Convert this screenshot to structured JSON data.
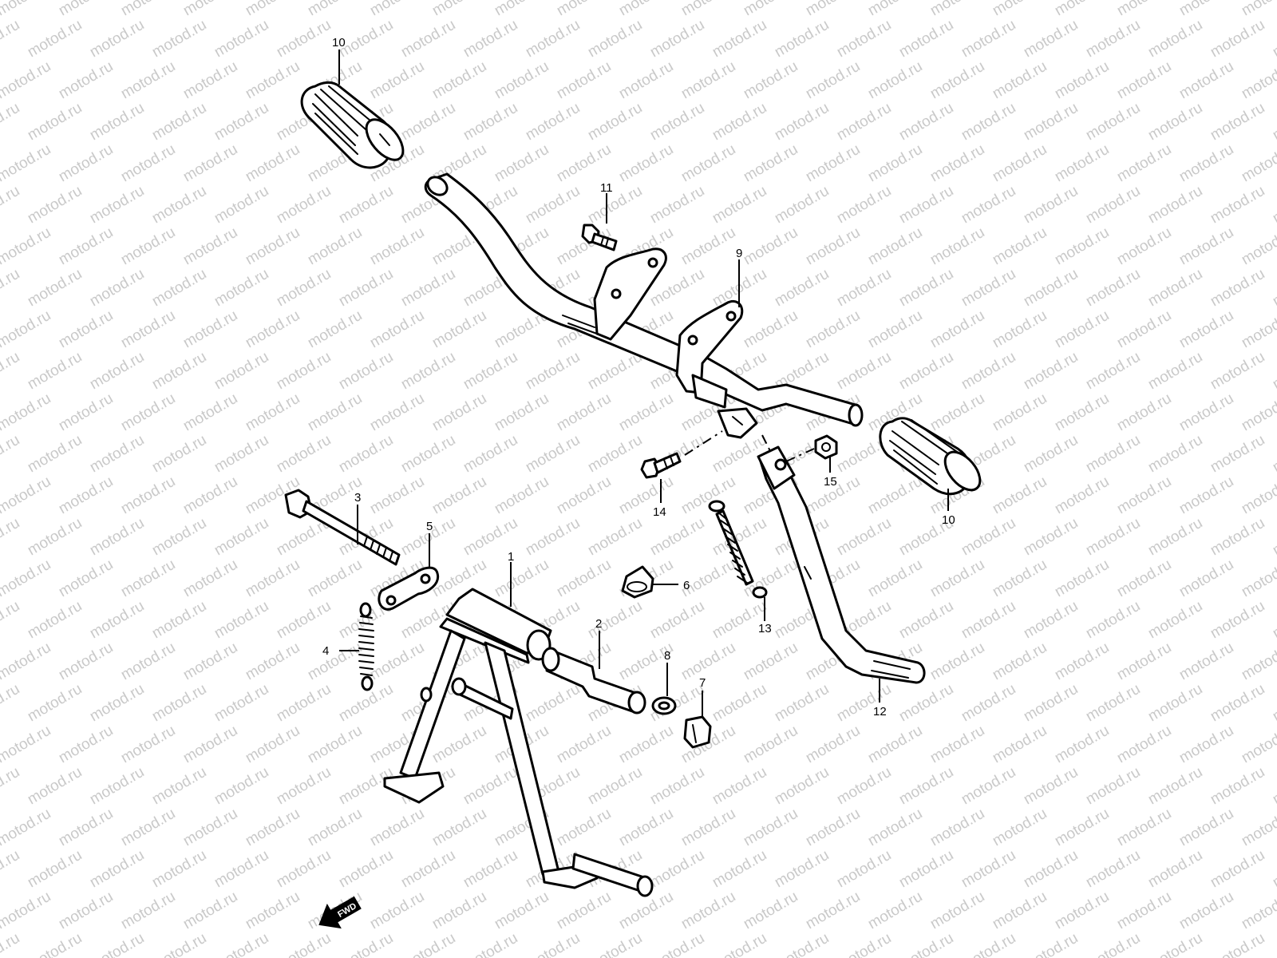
{
  "watermark": {
    "text": "motod.ru",
    "color": "#c9c9c9"
  },
  "callouts": [
    {
      "id": "c1",
      "label": "1"
    },
    {
      "id": "c2",
      "label": "2"
    },
    {
      "id": "c3",
      "label": "3"
    },
    {
      "id": "c4",
      "label": "4"
    },
    {
      "id": "c5",
      "label": "5"
    },
    {
      "id": "c6",
      "label": "6"
    },
    {
      "id": "c7",
      "label": "7"
    },
    {
      "id": "c8",
      "label": "8"
    },
    {
      "id": "c9",
      "label": "9"
    },
    {
      "id": "c10a",
      "label": "10"
    },
    {
      "id": "c10b",
      "label": "10"
    },
    {
      "id": "c11",
      "label": "11"
    },
    {
      "id": "c12",
      "label": "12"
    },
    {
      "id": "c13",
      "label": "13"
    },
    {
      "id": "c14",
      "label": "14"
    },
    {
      "id": "c15",
      "label": "15"
    }
  ],
  "fwd_badge": {
    "label": "FWD"
  },
  "line_color": "#000000"
}
